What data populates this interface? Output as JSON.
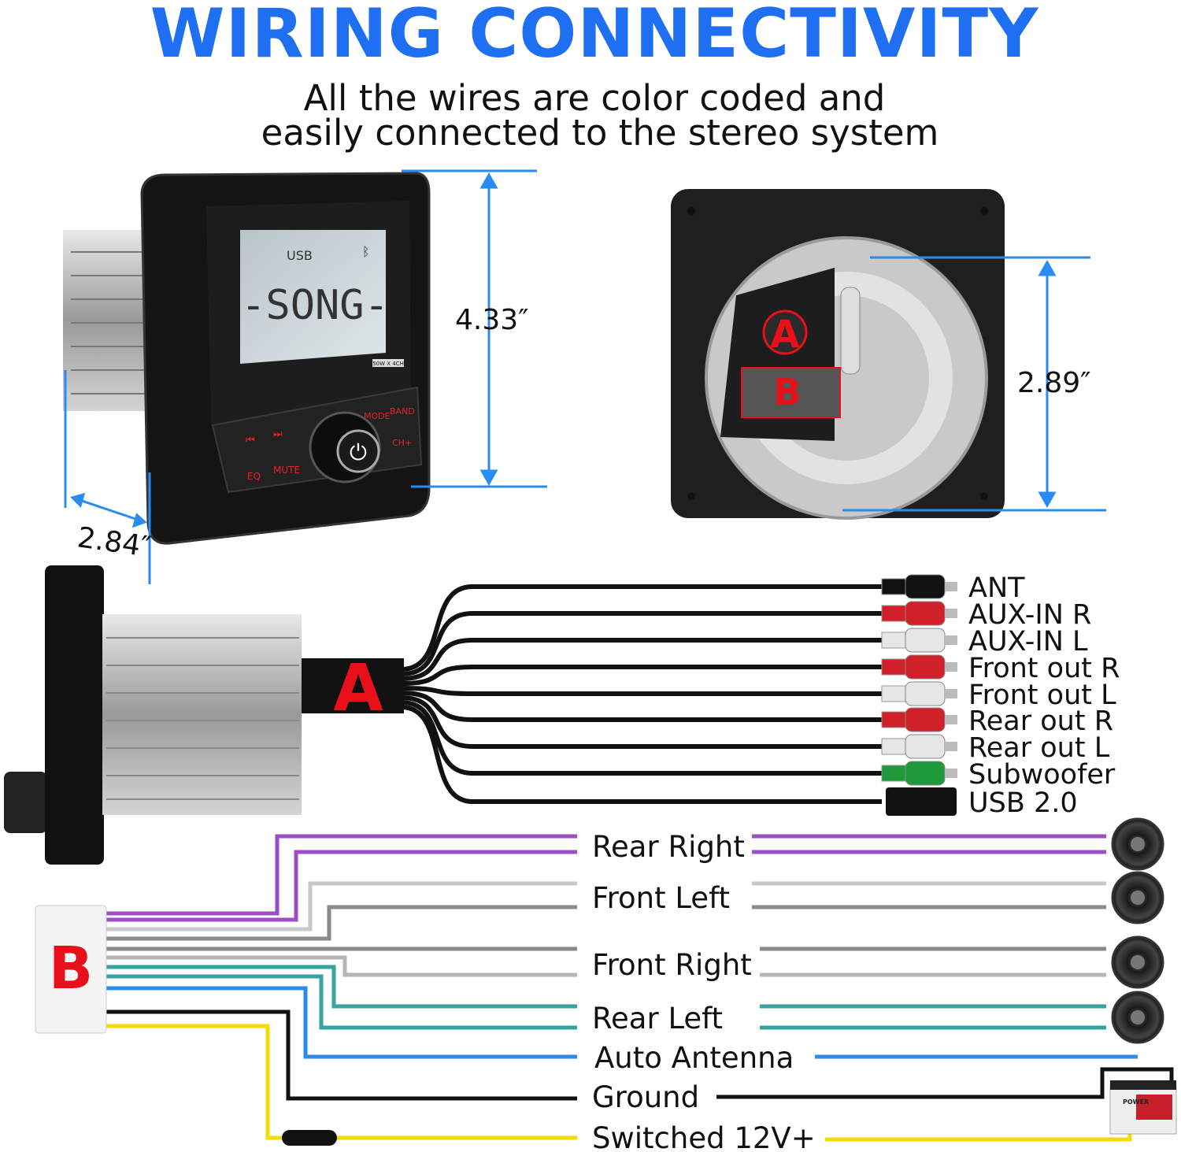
{
  "title": "WIRING CONNECTIVITY",
  "subtitle": {
    "line1": "All the wires are color coded and",
    "line2": "easily connected to the stereo system"
  },
  "front_unit": {
    "display_source": "USB",
    "display_text": "-SONG-",
    "badge": "50W X 4CH",
    "buttons": {
      "prev": "⏮",
      "next": "⏭",
      "eq": "EQ",
      "mute": "MUTE",
      "mode": "MODE",
      "band": "BAND",
      "ch": "CH+"
    },
    "height_label": "4.33″",
    "depth_label": "2.84″"
  },
  "rear_unit": {
    "port_a": "A",
    "port_b": "B",
    "height_label": "2.89″"
  },
  "harness_a": {
    "label": "A",
    "outputs": [
      {
        "label": "ANT",
        "color": "#111111"
      },
      {
        "label": "AUX-IN R",
        "color": "#d0202a"
      },
      {
        "label": "AUX-IN L",
        "color": "#e6e6e6"
      },
      {
        "label": "Front out R",
        "color": "#d0202a"
      },
      {
        "label": "Front out L",
        "color": "#e6e6e6"
      },
      {
        "label": "Rear out R",
        "color": "#d0202a"
      },
      {
        "label": "Rear out L",
        "color": "#e6e6e6"
      },
      {
        "label": "Subwoofer",
        "color": "#1f9a3a"
      },
      {
        "label": "USB 2.0",
        "color": "#111111"
      }
    ]
  },
  "harness_b": {
    "label": "B",
    "wires": [
      {
        "label": "Rear Right",
        "color": "#9b4fc7"
      },
      {
        "label": "Front Left",
        "color": "#c8c8c8"
      },
      {
        "label": "Front Right",
        "color": "#8a8a8a"
      },
      {
        "label": "Rear Left",
        "color": "#35a3a0"
      },
      {
        "label": "Auto Antenna",
        "color": "#2a8ce8"
      },
      {
        "label": "Ground",
        "color": "#111111"
      },
      {
        "label": "Switched 12V+",
        "color": "#f5dc00"
      }
    ],
    "battery_brand": "POWER"
  },
  "colors": {
    "dimension": "#2a8cf0",
    "accent": "#1f6ff2",
    "marker": "#e8101a"
  }
}
